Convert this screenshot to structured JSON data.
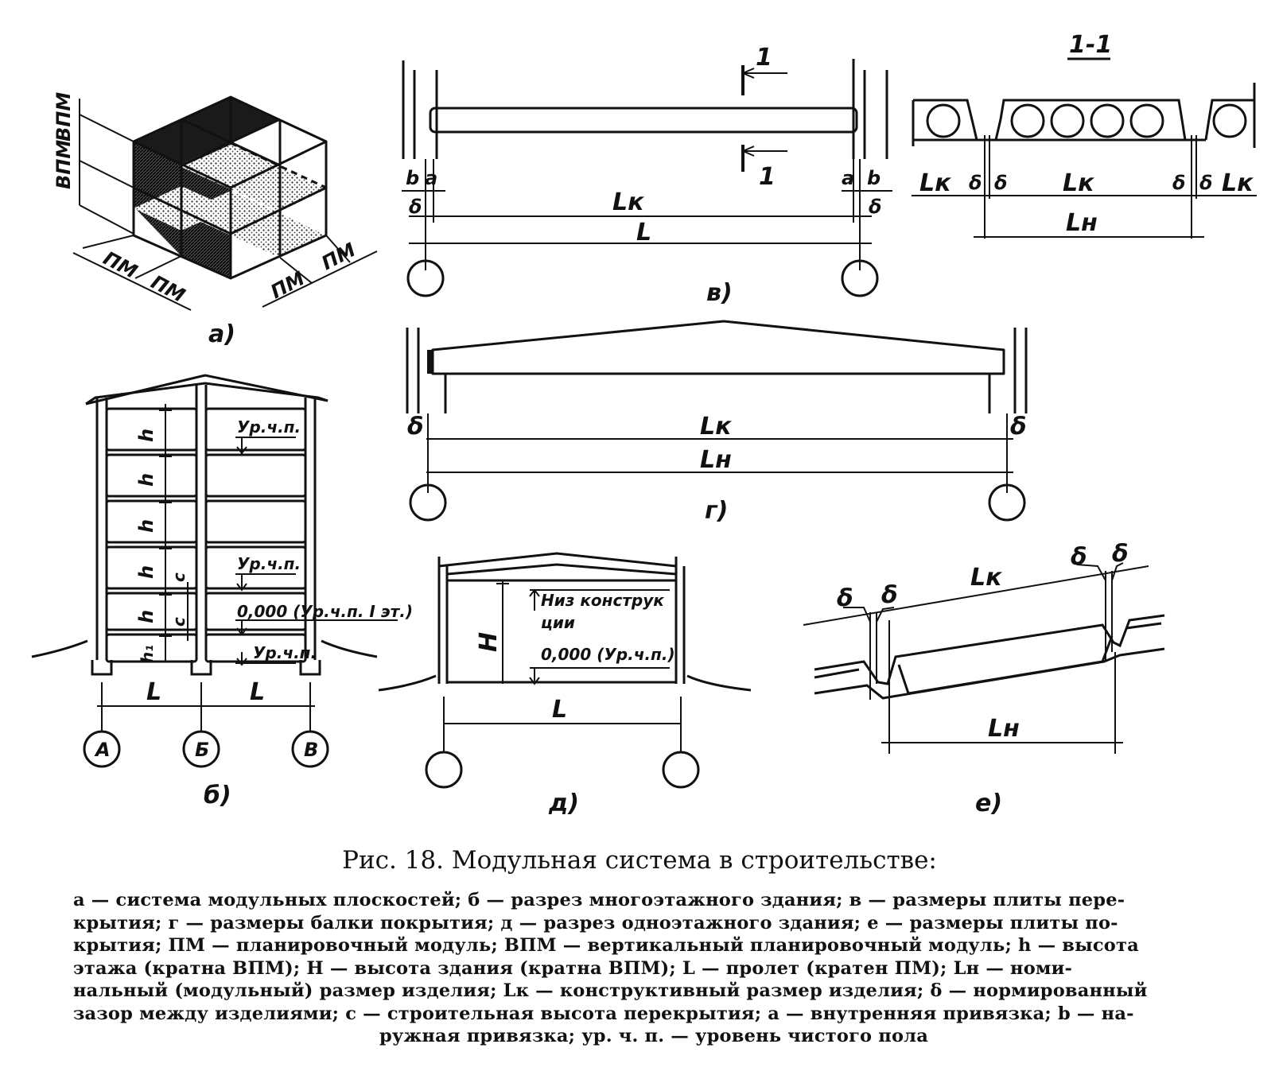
{
  "labels": {
    "a": {
      "vpm1": "ВПМ",
      "vpm2": "ВПМ",
      "pm1": "ПМ",
      "pm2": "ПМ",
      "pm3": "ПМ",
      "pm4": "ПМ",
      "letter": "а)"
    },
    "b": {
      "h1": "h",
      "h2": "h",
      "h3": "h",
      "h4": "h",
      "h5": "h",
      "h_first": "h₁",
      "c1": "c",
      "c2": "c",
      "level_top": "Ур.ч.п.",
      "level_mid": "Ур.ч.п.",
      "level_zero": "0,000 (Ур.ч.п. I эт.)",
      "level_base": "Ур.ч.п.",
      "span1": "L",
      "span2": "L",
      "axis_a": "А",
      "axis_b": "Б",
      "axis_v": "В",
      "letter": "б)"
    },
    "v": {
      "sec_top": "1",
      "sec_bottom": "1",
      "b_left": "b",
      "a_left": "a",
      "a_right": "a",
      "b_right": "b",
      "delta_left": "δ",
      "delta_right": "δ",
      "lk": "Lк",
      "l": "L",
      "letter": "в)"
    },
    "section": {
      "title": "1-1",
      "lk_left": "Lк",
      "d1": "δ",
      "d2": "δ",
      "lk_mid": "Lк",
      "d3": "δ",
      "d4": "δ",
      "lk_right": "Lк",
      "ln": "Lн"
    },
    "g": {
      "delta_left": "δ",
      "delta_right": "δ",
      "lk": "Lк",
      "ln": "Lн",
      "letter": "г)"
    },
    "d": {
      "h": "H",
      "bottom_label_1": "Низ конструк",
      "bottom_label_2": "ции",
      "zero_level": "0,000 (Ур.ч.п.)",
      "span": "L",
      "letter": "д)"
    },
    "e": {
      "d1": "δ",
      "d2": "δ",
      "d3": "δ",
      "d4": "δ",
      "lk": "Lк",
      "ln": "Lн",
      "letter": "е)"
    }
  },
  "caption": {
    "title": "Рис. 18. Модульная система в строительстве:",
    "lines": [
      "а — система модульных плоскостей; б — разрез многоэтажного здания; в — размеры плиты пере-",
      "крытия; г — размеры балки покрытия; д — разрез одноэтажного здания; е — размеры плиты по-",
      "крытия; ПМ — планировочный модуль; ВПМ — вертикальный планировочный модуль; h — высота",
      "этажа (кратна ВПМ); H — высота здания (кратна ВПМ); L — пролет (кратен ПМ); Lн — номи-",
      "нальный (модульный) размер изделия; Lк — конструктивный размер изделия; δ — нормированный",
      "зазор между изделиями; с — строительная высота перекрытия; а — внутренняя привязка; b — на-",
      "ружная привязка; ур. ч. п. — уровень чистого пола"
    ]
  }
}
